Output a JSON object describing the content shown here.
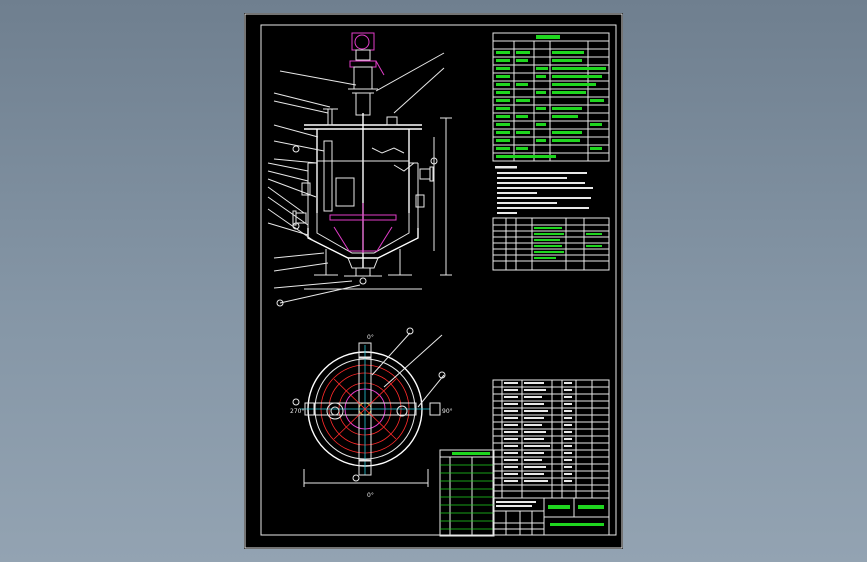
{
  "sheet": {
    "bg": "#000000",
    "line_color": "#e8e8e8",
    "table_text_color": "#1fd61f",
    "accent_colors": {
      "magenta": "#e23cc9",
      "red": "#ff2a2a",
      "yellow": "#e0d21c",
      "cyan": "#22c7d8"
    }
  },
  "labels": {
    "angle_top": "0°",
    "angle_left": "270°",
    "angle_right": "90°",
    "angle_bottom": "0°"
  },
  "icons": [
    "leader-balloon-icon",
    "motor-icon",
    "nozzle-icon"
  ]
}
